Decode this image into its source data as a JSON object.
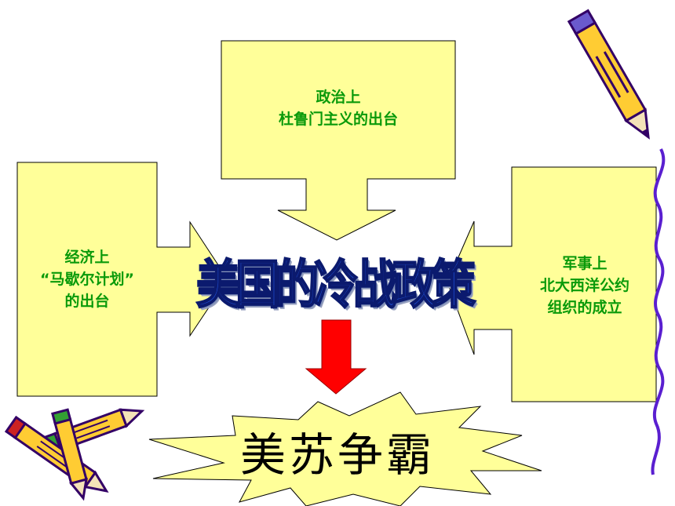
{
  "colors": {
    "box_fill": "#ffff99",
    "box_stroke": "#000000",
    "label_text": "#0a9a0a",
    "title_fill": "#1f4fd6",
    "result_arrow": "#ff0000",
    "pencil_body": "#ffcc33",
    "pencil_outline": "#330066",
    "squiggle": "#5a1fd0"
  },
  "boxes": {
    "politics": {
      "lines": [
        "政治上",
        "杜鲁门主义的出台"
      ]
    },
    "economy": {
      "lines": [
        "经济上",
        "“马歇尔计划”",
        "的出台"
      ]
    },
    "military": {
      "lines": [
        "军事上",
        "北大西洋公约",
        "组织的成立"
      ]
    }
  },
  "center_title": "美国的冷战政策",
  "result": "美苏争霸",
  "decorations": [
    "pencil-icon",
    "pencil-icon",
    "pencil-icon",
    "squiggle-line"
  ]
}
